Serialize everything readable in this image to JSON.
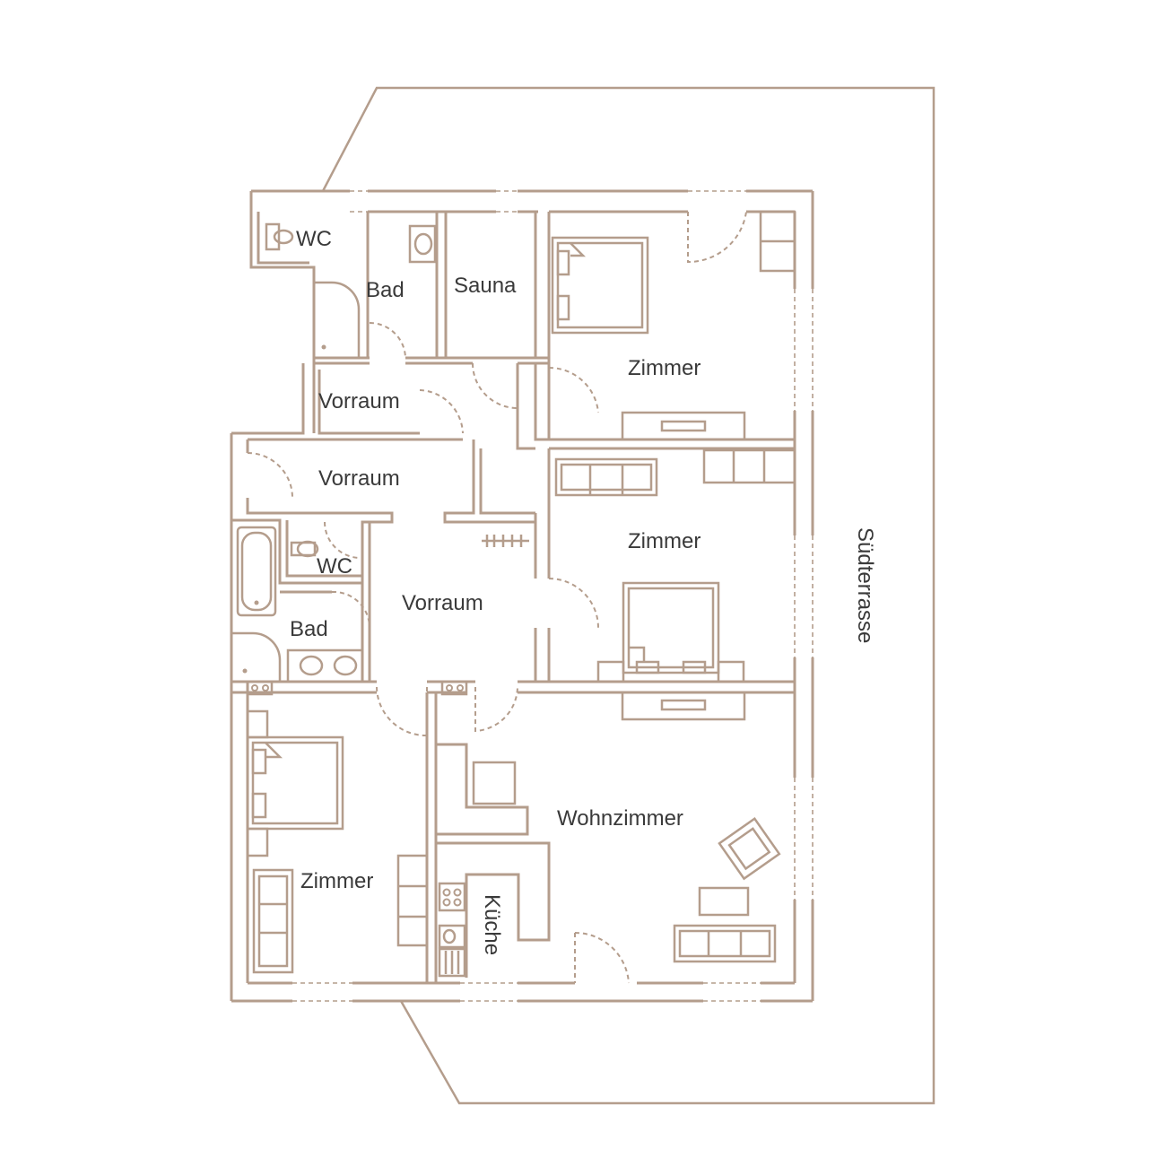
{
  "rooms": {
    "wc_top": "WC",
    "bad_top": "Bad",
    "sauna": "Sauna",
    "zimmer_top": "Zimmer",
    "vorraum_1": "Vorraum",
    "vorraum_2": "Vorraum",
    "wc_mid": "WC",
    "vorraum_3": "Vorraum",
    "zimmer_mid": "Zimmer",
    "bad_mid": "Bad",
    "wohnzimmer": "Wohnzimmer",
    "zimmer_bottom": "Zimmer",
    "kueche": "Küche",
    "suedterrasse": "Südterrasse"
  },
  "colors": {
    "line": "#b49d8c",
    "text": "#3a3a3a",
    "background": "#ffffff"
  }
}
